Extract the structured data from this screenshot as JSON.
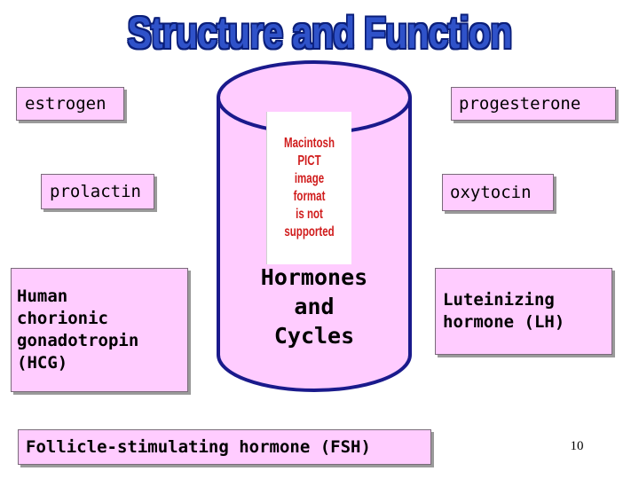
{
  "slide": {
    "title": "Structure and Function",
    "page_number": "10"
  },
  "cylinder": {
    "label": "Hormones\nand\nCycles",
    "placeholder_image_text": "Macintosh PICT\nimage format\nis not supported"
  },
  "hormones": {
    "estrogen": "estrogen",
    "progesterone": "progesterone",
    "prolactin": "prolactin",
    "oxytocin": "oxytocin",
    "hcg": "Human\nchorionic\ngonadotropin\n(HCG)",
    "lh": "Luteinizing\nhormone (LH)",
    "fsh": "Follicle-stimulating hormone (FSH)"
  },
  "colors": {
    "box_fill": "#ffccff",
    "cylinder_fill": "#ffccff",
    "cylinder_outline": "#1a1a8c",
    "title_fill": "#2f52c9",
    "title_outline": "#0b1f7a",
    "placeholder_text": "#d01c1c"
  }
}
